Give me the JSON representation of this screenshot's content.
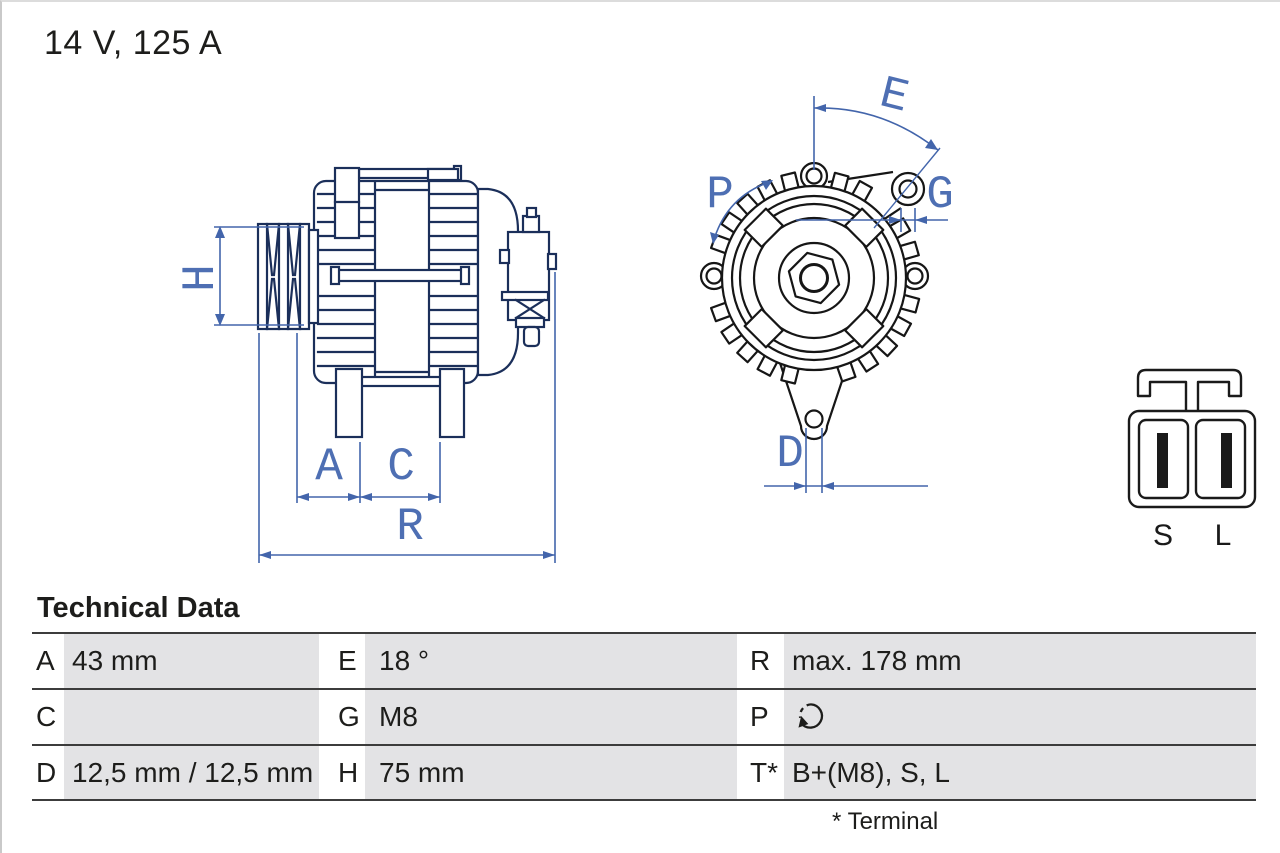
{
  "header": {
    "title": "14 V, 125 A"
  },
  "diagram": {
    "dim_labels": {
      "h": "H",
      "a": "A",
      "c": "C",
      "r": "R",
      "e": "E",
      "p": "P",
      "g": "G",
      "d": "D"
    },
    "connector": {
      "left_terminal": "S",
      "right_terminal": "L"
    },
    "colors": {
      "side_view_line": "#1b2f5a",
      "front_view_line": "#161616",
      "dimension_blue": "#4365ab",
      "label_blue": "#4e6fb3"
    }
  },
  "table": {
    "title": "Technical Data",
    "footnote": "* Terminal",
    "p_icon": "rotation-direction-icon",
    "rows": [
      {
        "k1": "A",
        "v1": "43 mm",
        "k2": "E",
        "v2": "18 °",
        "k3": "R",
        "v3": "max. 178 mm"
      },
      {
        "k1": "C",
        "v1": "",
        "k2": "G",
        "v2": "M8",
        "k3": "P",
        "v3": ""
      },
      {
        "k1": "D",
        "v1": "12,5 mm / 12,5 mm",
        "k2": "H",
        "v2": "75 mm",
        "k3": "T*",
        "v3": "B+(M8), S, L"
      }
    ]
  }
}
